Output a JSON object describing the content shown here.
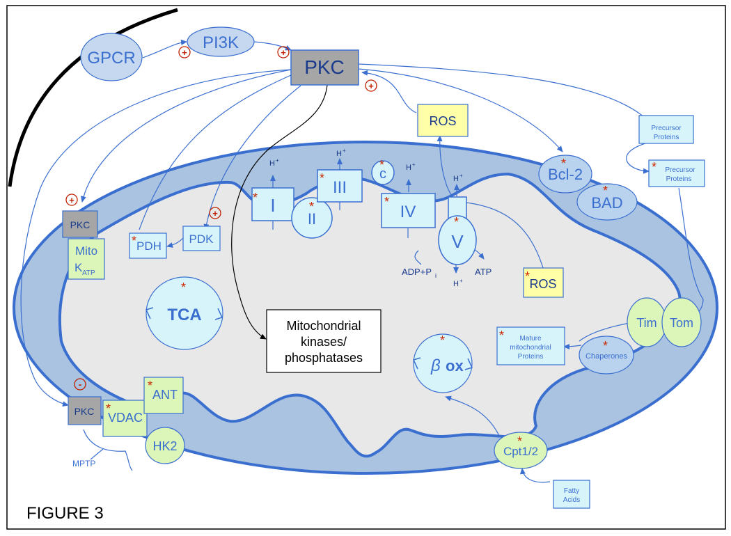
{
  "figure_label": "FIGURE 3",
  "signals": {
    "gpcr": "GPCR",
    "pi3k": "PI3K",
    "pkc_main": "PKC",
    "ros_outer": "ROS",
    "precursor_outer": "Precursor Proteins",
    "precursor_inner": "Precursor Proteins",
    "fatty_acids": "Fatty Acids"
  },
  "membrane": {
    "bcl2": "Bcl-2",
    "bad": "BAD",
    "pkc_top": "PKC",
    "mito_katp_line1": "Mito",
    "mito_katp_k": "K",
    "mito_katp_sub": "ATP",
    "pdh": "PDH",
    "pdk": "PDK",
    "pkc_bottom": "PKC",
    "vdac": "VDAC",
    "ant": "ANT",
    "hk2": "HK2",
    "mptp": "MPTP",
    "tim": "Tim",
    "tom": "Tom",
    "cpt": "Cpt1/2"
  },
  "etc": {
    "complex_1": "I",
    "complex_2": "II",
    "complex_3": "III",
    "complex_c": "c",
    "complex_4": "IV",
    "complex_5": "V",
    "hplus": "H",
    "plus_sup": "+",
    "adp": "ADP+P",
    "adp_sub": "i",
    "atp": "ATP"
  },
  "matrix": {
    "tca": "TCA",
    "beta": "β",
    "ox": "ox",
    "kinases_line1": "Mitochondrial",
    "kinases_line2": "kinases/",
    "kinases_line3": "phosphatases",
    "ros_inner": "ROS",
    "mature_line1": "Mature",
    "mature_line2": "mitochondrial",
    "mature_line3": "Proteins",
    "chaperones": "Chaperones"
  },
  "symbols": {
    "plus": "+",
    "minus": "-",
    "asterisk": "*"
  },
  "colors": {
    "outer_membrane": "#a9c3e0",
    "matrix": "#e8e8e8",
    "box_cyan": "#d8f4fb",
    "box_yellow": "#ffffa8",
    "box_green": "#dcf5b8",
    "box_gray": "#a6a6a6",
    "arrow_blue": "#3a6fd0",
    "activation_red": "#c02000"
  }
}
